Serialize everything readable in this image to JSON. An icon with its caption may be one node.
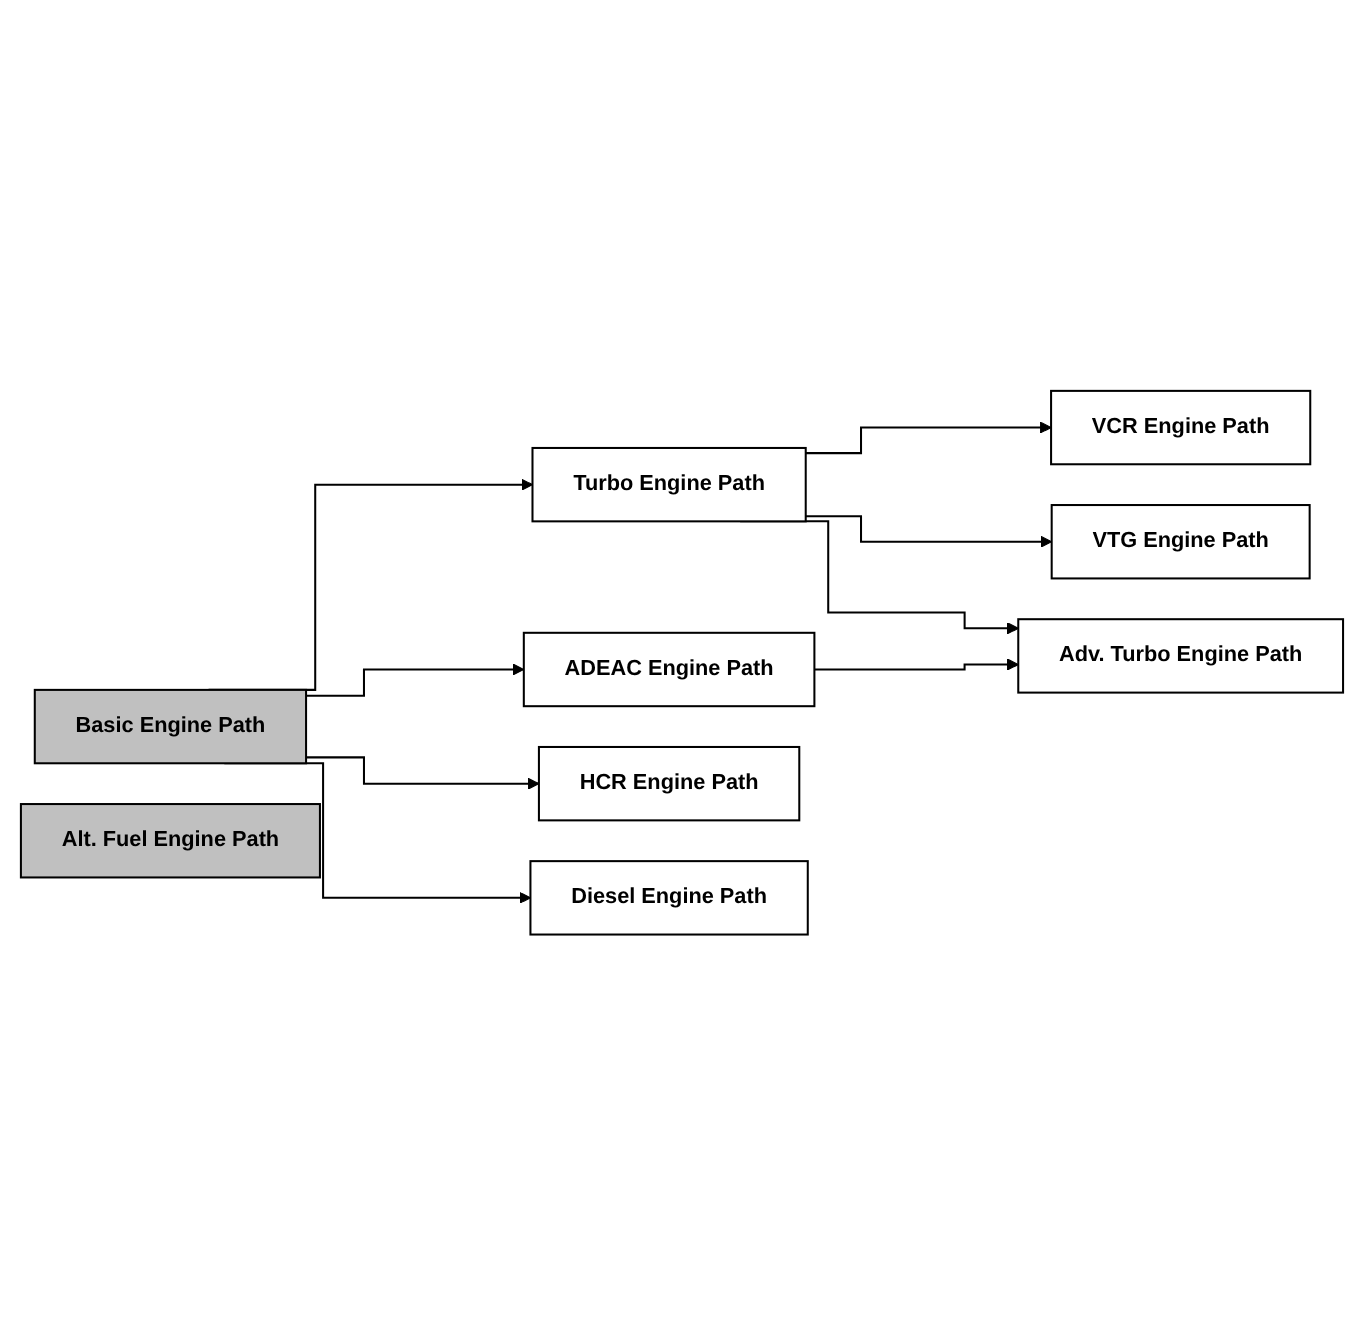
{
  "diagram": {
    "nodes": [
      {
        "text": [
          "Basic Engine Path"
        ]
      },
      {
        "text": [
          "Turbo Engine Path"
        ]
      },
      {
        "text": [
          "ADEAC Engine Path"
        ]
      },
      {
        "text": [
          "HCR Engine Path"
        ]
      },
      {
        "text": [
          "Diesel Engine Path"
        ]
      },
      {
        "text": [
          "VCR Engine Path"
        ]
      },
      {
        "text": [
          "VTG Engine Path"
        ]
      },
      {
        "text": [
          "Adv. Turbo Engine Path"
        ]
      },
      {
        "text": [
          "Alt. Fuel Engine Path"
        ]
      }
    ],
    "edges": [
      {
        "from": 0,
        "to": 1,
        "arrow": "to"
      },
      {
        "from": 0,
        "to": 2,
        "arrow": "to"
      },
      {
        "from": 0,
        "to": 3,
        "arrow": "to"
      },
      {
        "from": 0,
        "to": 4,
        "arrow": "to"
      },
      {
        "from": 1,
        "to": 5,
        "arrow": "to"
      },
      {
        "from": 1,
        "to": 6,
        "arrow": "to"
      },
      {
        "from": 1,
        "to": 7,
        "arrow": "to"
      },
      {
        "from": 2,
        "to": 7,
        "arrow": "to"
      }
    ]
  }
}
